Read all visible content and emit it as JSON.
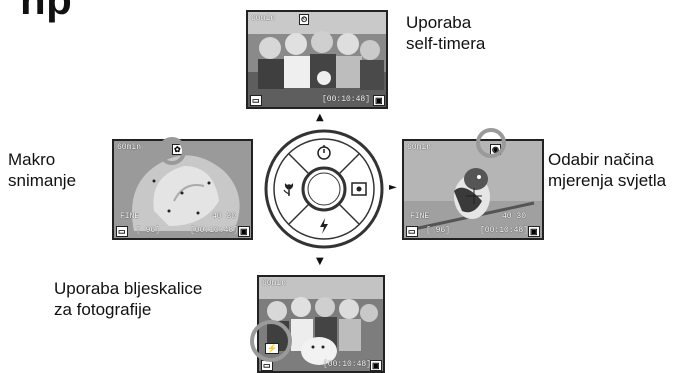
{
  "heading": {
    "fragment": "np"
  },
  "captions": {
    "self_timer": [
      "Uporaba",
      "self-timera"
    ],
    "macro": [
      "Makro",
      "snimanje"
    ],
    "metering": [
      "Odabir načina",
      "mjerenja svjetla"
    ],
    "flash": [
      "Uporaba bljeskalice",
      "za fotografije"
    ]
  },
  "screens": {
    "top": {
      "battery": "60min",
      "timecode": "[00:10:48]"
    },
    "left": {
      "battery": "60min",
      "count": "[ 96]",
      "timecode": "[00:10:48]",
      "resolution": "40 30",
      "quality": "FINE"
    },
    "right": {
      "battery": "60min",
      "count": "[ 96]",
      "timecode": "[00:10:48]",
      "resolution": "40 30",
      "quality": "FINE"
    },
    "bottom": {
      "battery": "60min",
      "timecode": "[00:10:48]"
    }
  },
  "control_wheel": {
    "up_icon": "self-timer-icon",
    "left_icon": "macro-tulip-icon",
    "right_icon": "metering-icon",
    "down_icon": "flash-icon",
    "center_icon": "center-button"
  },
  "arrows": {
    "up": "▲",
    "down": "▼",
    "left": "◄",
    "right": "►"
  },
  "colors": {
    "highlight": "#9a9a9a",
    "wheel": "#333333"
  }
}
